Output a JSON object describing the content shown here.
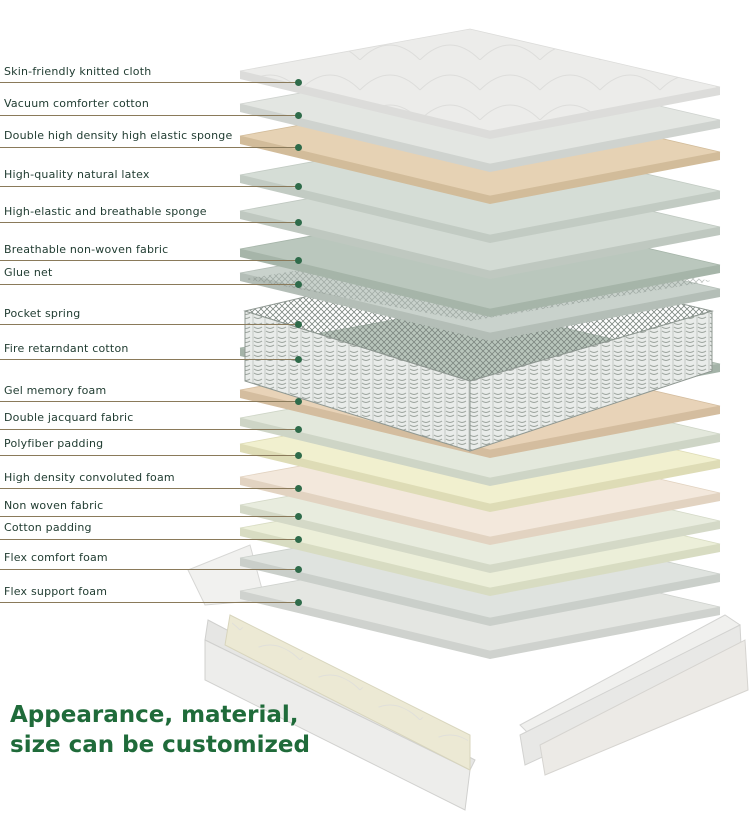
{
  "layers": [
    {
      "label": "Skin-friendly knitted cloth",
      "color": "#ececea",
      "edge": "#dcdcda"
    },
    {
      "label": "Vacuum comforter cotton",
      "color": "#e3e6e2",
      "edge": "#cfd3cf"
    },
    {
      "label": "Double high density high elastic sponge",
      "color": "#e6d2b4",
      "edge": "#d2bc9a"
    },
    {
      "label": "High-quality natural latex",
      "color": "#d5ddd6",
      "edge": "#c2cbc3"
    },
    {
      "label": "High-elastic and breathable sponge",
      "color": "#d3dbd4",
      "edge": "#bfc8c0"
    },
    {
      "label": "Breathable non-woven fabric",
      "color": "#bac7bd",
      "edge": "#a6b5a9"
    },
    {
      "label": "Glue net",
      "color": "#c9d2cc",
      "edge": "#b4beb7"
    },
    {
      "label": "Pocket spring",
      "color": "#cfd6d1",
      "edge": "#aeb6b0"
    },
    {
      "label": "Fire retarndant cotton",
      "color": "#b9c6bc",
      "edge": "#a4b3a8"
    },
    {
      "label": "Gel memory foam",
      "color": "#e8d3b8",
      "edge": "#d4bd9f"
    },
    {
      "label": "Double jacquard fabric",
      "color": "#e3e8dc",
      "edge": "#ced5c6"
    },
    {
      "label": "Polyfiber padding",
      "color": "#f1f0cf",
      "edge": "#dedcb6"
    },
    {
      "label": "High density convoluted foam",
      "color": "#f3e8dc",
      "edge": "#e2d3c1"
    },
    {
      "label": "Non woven fabric",
      "color": "#e8ecde",
      "edge": "#d4d9c7"
    },
    {
      "label": "Cotton padding",
      "color": "#ecefd9",
      "edge": "#d8dcc2"
    },
    {
      "label": "Flex comfort foam",
      "color": "#dfe3df",
      "edge": "#cacfca"
    },
    {
      "label": "Flex support foam",
      "color": "#e4e6e2",
      "edge": "#cfd2ce"
    }
  ],
  "tagline": {
    "line1": "Appearance, material,",
    "line2": "size can be customized",
    "color": "#1f6b3a"
  }
}
